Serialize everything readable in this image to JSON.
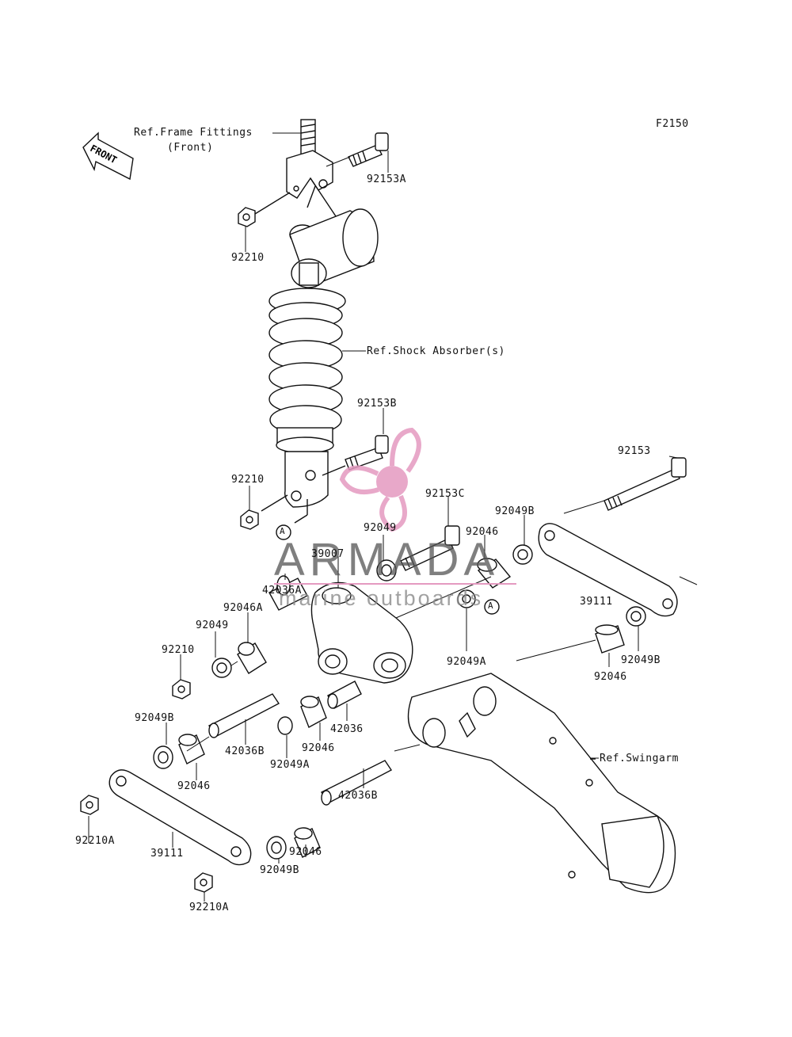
{
  "figure_code": "F2150",
  "front_arrow_label": "FRONT",
  "watermark": {
    "brand": "ARMADA",
    "tagline": "marine outboards",
    "color_logo": "#e49ac0",
    "color_text": "#555555"
  },
  "reference_labels": {
    "frame_fittings_1": "Ref.Frame Fittings",
    "frame_fittings_2": "(Front)",
    "shock_absorber": "Ref.Shock Absorber(s)",
    "swingarm": "Ref.Swingarm"
  },
  "part_labels": [
    "92153A",
    "92210",
    "92153B",
    "92210",
    "92153",
    "92153C",
    "92049B",
    "92049",
    "92046",
    "39007",
    "42036A",
    "92046A",
    "92049",
    "92210",
    "39111",
    "92049A",
    "92049B",
    "92046",
    "92049B",
    "42036B",
    "92049A",
    "92046",
    "42036",
    "92046",
    "92210A",
    "39111",
    "42036B",
    "92049B",
    "92046",
    "92210A"
  ],
  "callout_marker": "A"
}
